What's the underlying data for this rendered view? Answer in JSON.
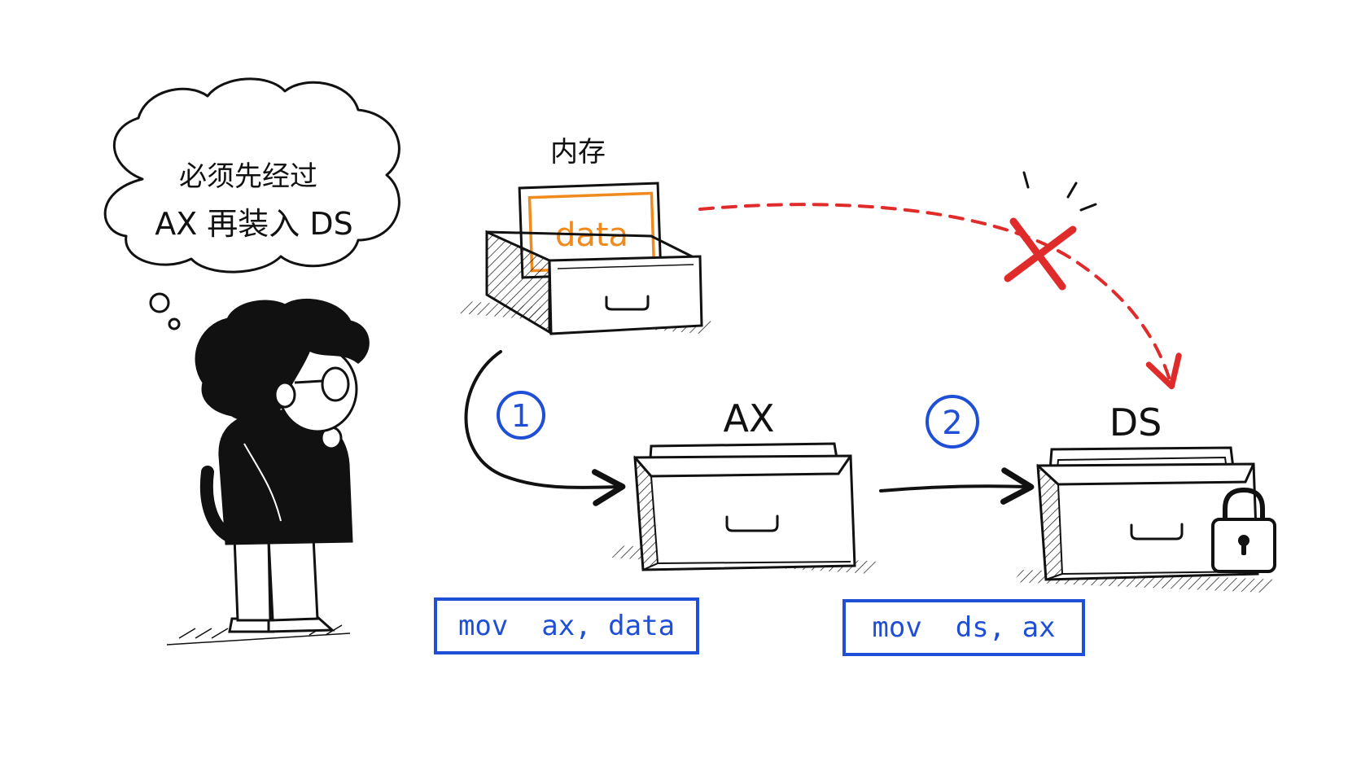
{
  "thought_bubble": {
    "line1": "必须先经过",
    "line2": "AX 再装入 DS"
  },
  "memory": {
    "label": "内存",
    "card_text": "data"
  },
  "register_ax": {
    "label": "AX"
  },
  "register_ds": {
    "label": "DS"
  },
  "steps": [
    {
      "number": "1",
      "instruction": "mov  ax, data"
    },
    {
      "number": "2",
      "instruction": "mov  ds, ax"
    }
  ],
  "colors": {
    "ink": "#111111",
    "card_orange": "#f08a1c",
    "step_blue": "#1f4fd6",
    "forbidden_red": "#e02b2b",
    "paper": "#ffffff"
  },
  "icons": {
    "forbidden_mark": "cross-mark-icon",
    "lock": "padlock-icon",
    "thinking_person": "thinking-person-icon"
  }
}
